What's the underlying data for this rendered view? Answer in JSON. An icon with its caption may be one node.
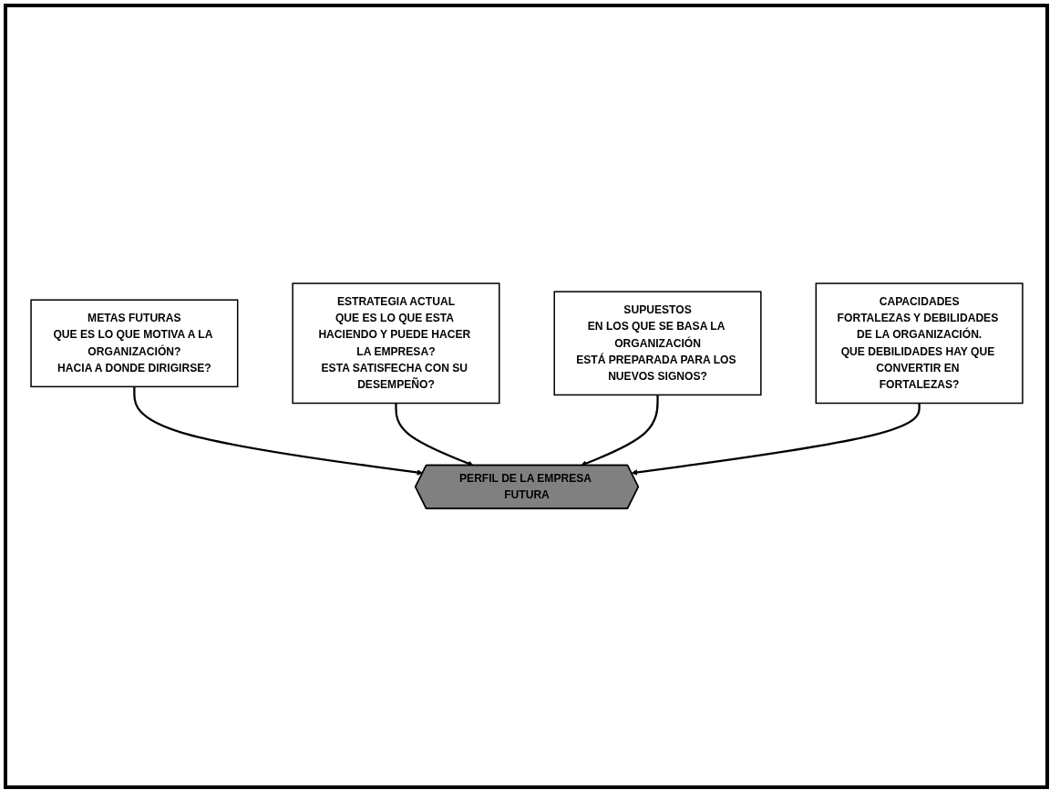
{
  "diagram": {
    "nodes": [
      {
        "text": [
          "METAS FUTURAS",
          "QUE ES LO QUE MOTIVA A LA ORGANIZACIÓN?",
          "HACIA A DONDE DIRIGIRSE?"
        ]
      },
      {
        "text": [
          "ESTRATEGIA ACTUAL",
          "QUE ES LO QUE ESTA HACIENDO Y PUEDE HACER LA EMPRESA?",
          "ESTA SATISFECHA CON SU DESEMPEÑO?"
        ]
      },
      {
        "text": [
          "PERFIL DE LA EMPRESA FUTURA"
        ]
      },
      {
        "text": [
          "SUPUESTOS",
          "EN LOS QUE SE BASA LA ORGANIZACIÓN",
          "ESTÁ PREPARADA PARA LOS NUEVOS SIGNOS?"
        ]
      },
      {
        "text": [
          "CAPACIDADES",
          "FORTALEZAS Y DEBILIDADES DE LA ORGANIZACIÓN.",
          "QUE DEBILIDADES HAY QUE CONVERTIR EN FORTALEZAS?"
        ]
      }
    ],
    "edges": [
      {
        "from": 0,
        "to": 2,
        "arrow": "to"
      },
      {
        "from": 1,
        "to": 2,
        "arrow": "to"
      },
      {
        "from": 3,
        "to": 2,
        "arrow": "to"
      },
      {
        "from": 4,
        "to": 2,
        "arrow": "to"
      }
    ]
  }
}
